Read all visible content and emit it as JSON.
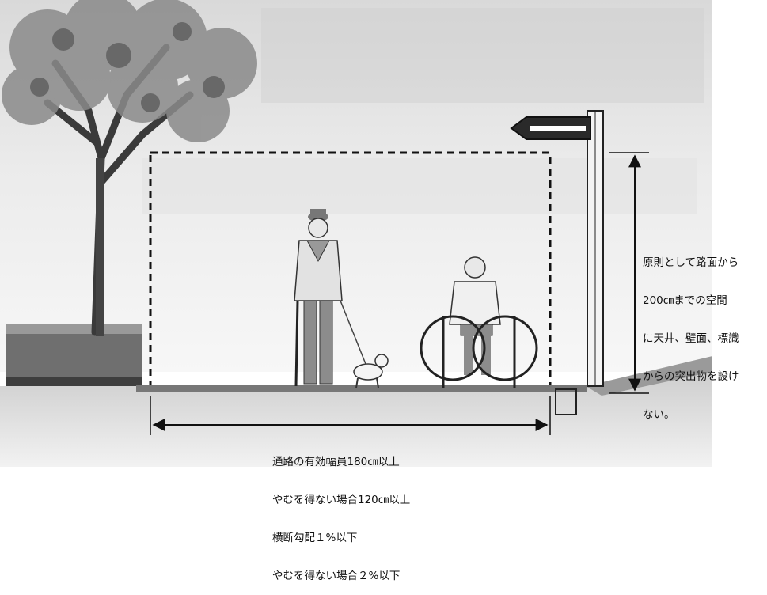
{
  "clearance_note": {
    "lines": [
      "原則として路面から",
      "200㎝までの空間",
      "に天井、壁面、標識",
      "からの突出物を設け",
      "ない。"
    ]
  },
  "width_note": {
    "lines": [
      "通路の有効幅員180㎝以上",
      "やむを得ない場合120㎝以上",
      "横断勾配１%以下",
      "やむを得ない場合２%以下"
    ]
  }
}
